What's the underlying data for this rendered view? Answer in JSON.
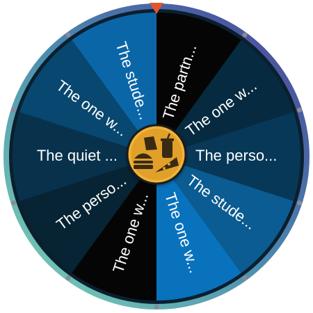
{
  "wheel": {
    "segments": [
      {
        "label": "The stude...",
        "color": "#0b66a8"
      },
      {
        "label": "The partn...",
        "color": "#050505"
      },
      {
        "label": "The one w...",
        "color": "#062a3f"
      },
      {
        "label": "The perso...",
        "color": "#073857"
      },
      {
        "label": "The stude...",
        "color": "#0a5c92"
      },
      {
        "label": "The one w...",
        "color": "#0872bd"
      },
      {
        "label": "The one w...",
        "color": "#050505"
      },
      {
        "label": "The perso...",
        "color": "#062433"
      },
      {
        "label": "The quiet ...",
        "color": "#08324c"
      },
      {
        "label": "The one w...",
        "color": "#08476f"
      }
    ],
    "pointer_color": "#e4542d",
    "hub_color": "#e6a52c",
    "rim_colors": [
      "#5552a3",
      "#3f2f8a",
      "#50a8a0",
      "#7ed8b0"
    ],
    "hub_icon": "food-icon"
  }
}
